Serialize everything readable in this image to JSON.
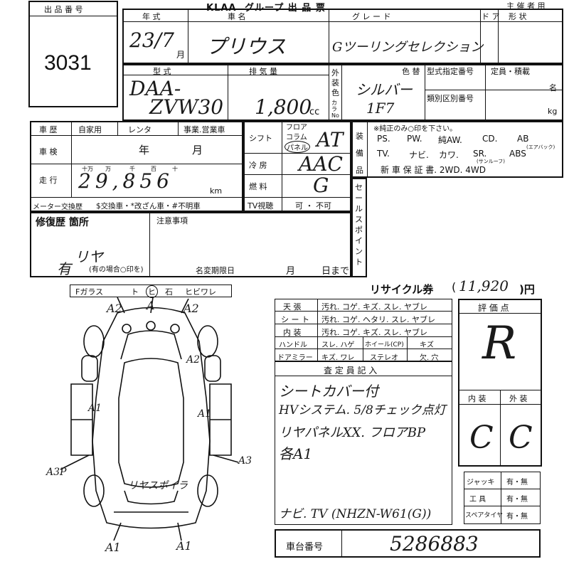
{
  "header": {
    "logo": "KLAA",
    "title": "グループ 出 品 票",
    "owner_col": "主 催 者 用"
  },
  "lot": {
    "label": "出 品 番 号",
    "number": "3031"
  },
  "columns": {
    "year": "年 式",
    "name": "車 名",
    "grade": "グ レ ー ド",
    "door": "ド ア",
    "shape": "形 状",
    "model": "型 式",
    "displacement": "排 気 量",
    "color": "色 替",
    "model_no": "型式指定番号",
    "capacity": "定員・積載",
    "class_no": "類別区別番号",
    "color_no": "カラー\nNo"
  },
  "values": {
    "year_hw": "23/7",
    "month_label": "月",
    "name_hw": "プリウス",
    "grade_hw": "Gツーリングセレクション",
    "model_hw1": "DAA-",
    "model_hw2": "ZVW30",
    "displacement_hw": "1,800",
    "cc": "cc",
    "color_hw": "シルバー",
    "color_no_hw": "1F7",
    "people": "名",
    "kg": "kg"
  },
  "history": {
    "label": "車 歴",
    "options": [
      "自家用",
      "レンタ",
      "事業.営業車"
    ],
    "inspection_label": "車 検",
    "year_label": "年",
    "month_label": "月",
    "mileage_label": "走 行",
    "units": [
      "十万",
      "万",
      "千",
      "百",
      "十"
    ],
    "mileage_hw": "29,856",
    "km": "km",
    "meter_label": "メーター交換歴",
    "meter_options": "$交換車・*改ざん車・#不明車"
  },
  "shift": {
    "shift_label": "シフト",
    "shift_opts": [
      "フロア",
      "コラム",
      "パネル"
    ],
    "shift_hw": "AT",
    "ac_label": "冷 房",
    "ac_hw": "AAC",
    "fuel_label": "燃 料",
    "fuel_hw": "G",
    "tv_label": "TV視聴",
    "tv_opts": "可 ・ 不可"
  },
  "equipment": {
    "label": "装 備 品",
    "note": "※純正のみ○印を下さい。",
    "row1": [
      "PS.",
      "PW.",
      "純AW.",
      "CD.",
      "AB"
    ],
    "airbag_sub": "(エアバック)",
    "row2": [
      "TV.",
      "ナビ.",
      "カワ.",
      "SR.",
      "ABS"
    ],
    "sunroof_sub": "(サンルーフ)",
    "row3": "新 車 保 証 書. 2WD. 4WD"
  },
  "sales_point": "セールスポイント",
  "repair": {
    "label": "修復歴 箇所",
    "has_hw": "有",
    "position_hw": "リヤ",
    "note": "(有の場合○印を)",
    "notice_label": "注意事項",
    "deadline_label": "名変期限日",
    "month": "月",
    "day": "日まで"
  },
  "glass": {
    "label": "Fガラス",
    "options": [
      "ト",
      "ヒ",
      "石",
      "ヒビワレ"
    ]
  },
  "recycle": {
    "label": "リサイクル券",
    "open": "(",
    "value_hw": "11,920",
    "close": ")円"
  },
  "condition": {
    "rows": [
      {
        "label": "天 張",
        "opts": "汚れ. コゲ. キズ. スレ. ヤブレ"
      },
      {
        "label": "シ ー ト",
        "opts": "汚れ. コゲ. ヘタリ. スレ. ヤブレ"
      },
      {
        "label": "内 装",
        "opts": "汚れ. コゲ. キズ. スレ. ヤブレ"
      }
    ],
    "handle": "ハンドル",
    "handle_opts": "スレ. ハゲ",
    "wheel": "ホイール(CP)",
    "wheel_mark": "キズ",
    "mirror": "ドアミラー",
    "mirror_opts": "キズ. ワレ",
    "stereo": "ステレオ",
    "stereo_mark": "欠. 穴"
  },
  "inspector": {
    "label": "査 定 員 記 入",
    "line1": "シートカバー付",
    "line2": "HVシステム. 5/8チェック点灯",
    "line3": "リヤパネルXX. フロアBP",
    "line4": "各A1",
    "line5": "ナビ. TV (NHZN-W61(G))"
  },
  "score": {
    "label": "評 価 点",
    "value_hw": "R",
    "interior_label": "内 装",
    "exterior_label": "外 装",
    "interior_hw": "C",
    "exterior_hw": "C"
  },
  "tools": [
    {
      "label": "ジャッキ",
      "opts": "有・無"
    },
    {
      "label": "工 具",
      "opts": "有・無"
    },
    {
      "label": "スペアタイヤ",
      "opts": "有・無"
    }
  ],
  "chassis": {
    "label": "車台番号",
    "value_hw": "5286883"
  },
  "diagram": {
    "marks": [
      "A2",
      "A",
      "A2",
      "A2",
      "A1",
      "A1",
      "A3P",
      "A3",
      "A1",
      "A1",
      "リヤスポイラ"
    ]
  }
}
